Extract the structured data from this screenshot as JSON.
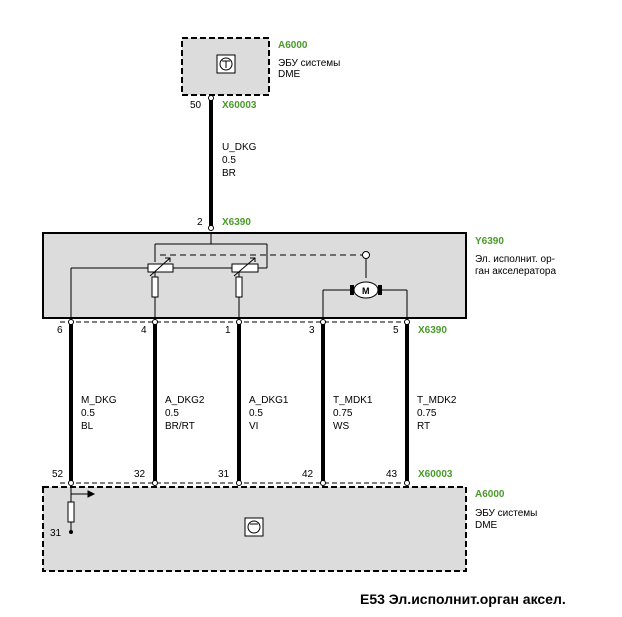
{
  "ecu_top": {
    "id": "A6000",
    "label_line1": "ЭБУ системы",
    "label_line2": "DME",
    "pin": "50",
    "connector": "X60003"
  },
  "wire_top": {
    "name": "U_DKG",
    "gauge": "0.5",
    "color": "BR"
  },
  "actuator": {
    "id": "Y6390",
    "label_line1": "Эл. исполнит. ор-",
    "label_line2": "ган акселератора",
    "top_pin": "2",
    "top_connector": "X6390",
    "bottom_connector": "X6390",
    "motor_label": "M"
  },
  "wires": [
    {
      "actuator_pin": "6",
      "name": "M_DKG",
      "gauge": "0.5",
      "color": "BL",
      "ecu_pin": "52"
    },
    {
      "actuator_pin": "4",
      "name": "A_DKG2",
      "gauge": "0.5",
      "color": "BR/RT",
      "ecu_pin": "32"
    },
    {
      "actuator_pin": "1",
      "name": "A_DKG1",
      "gauge": "0.5",
      "color": "VI",
      "ecu_pin": "31"
    },
    {
      "actuator_pin": "3",
      "name": "T_MDK1",
      "gauge": "0.75",
      "color": "WS",
      "ecu_pin": "42"
    },
    {
      "actuator_pin": "5",
      "name": "T_MDK2",
      "gauge": "0.75",
      "color": "RT",
      "ecu_pin": "43"
    }
  ],
  "ecu_bottom": {
    "id": "A6000",
    "label_line1": "ЭБУ системы",
    "label_line2": "DME",
    "connector": "X60003",
    "ground_pin": "31"
  },
  "title": "E53 Эл.исполнит.орган аксел."
}
